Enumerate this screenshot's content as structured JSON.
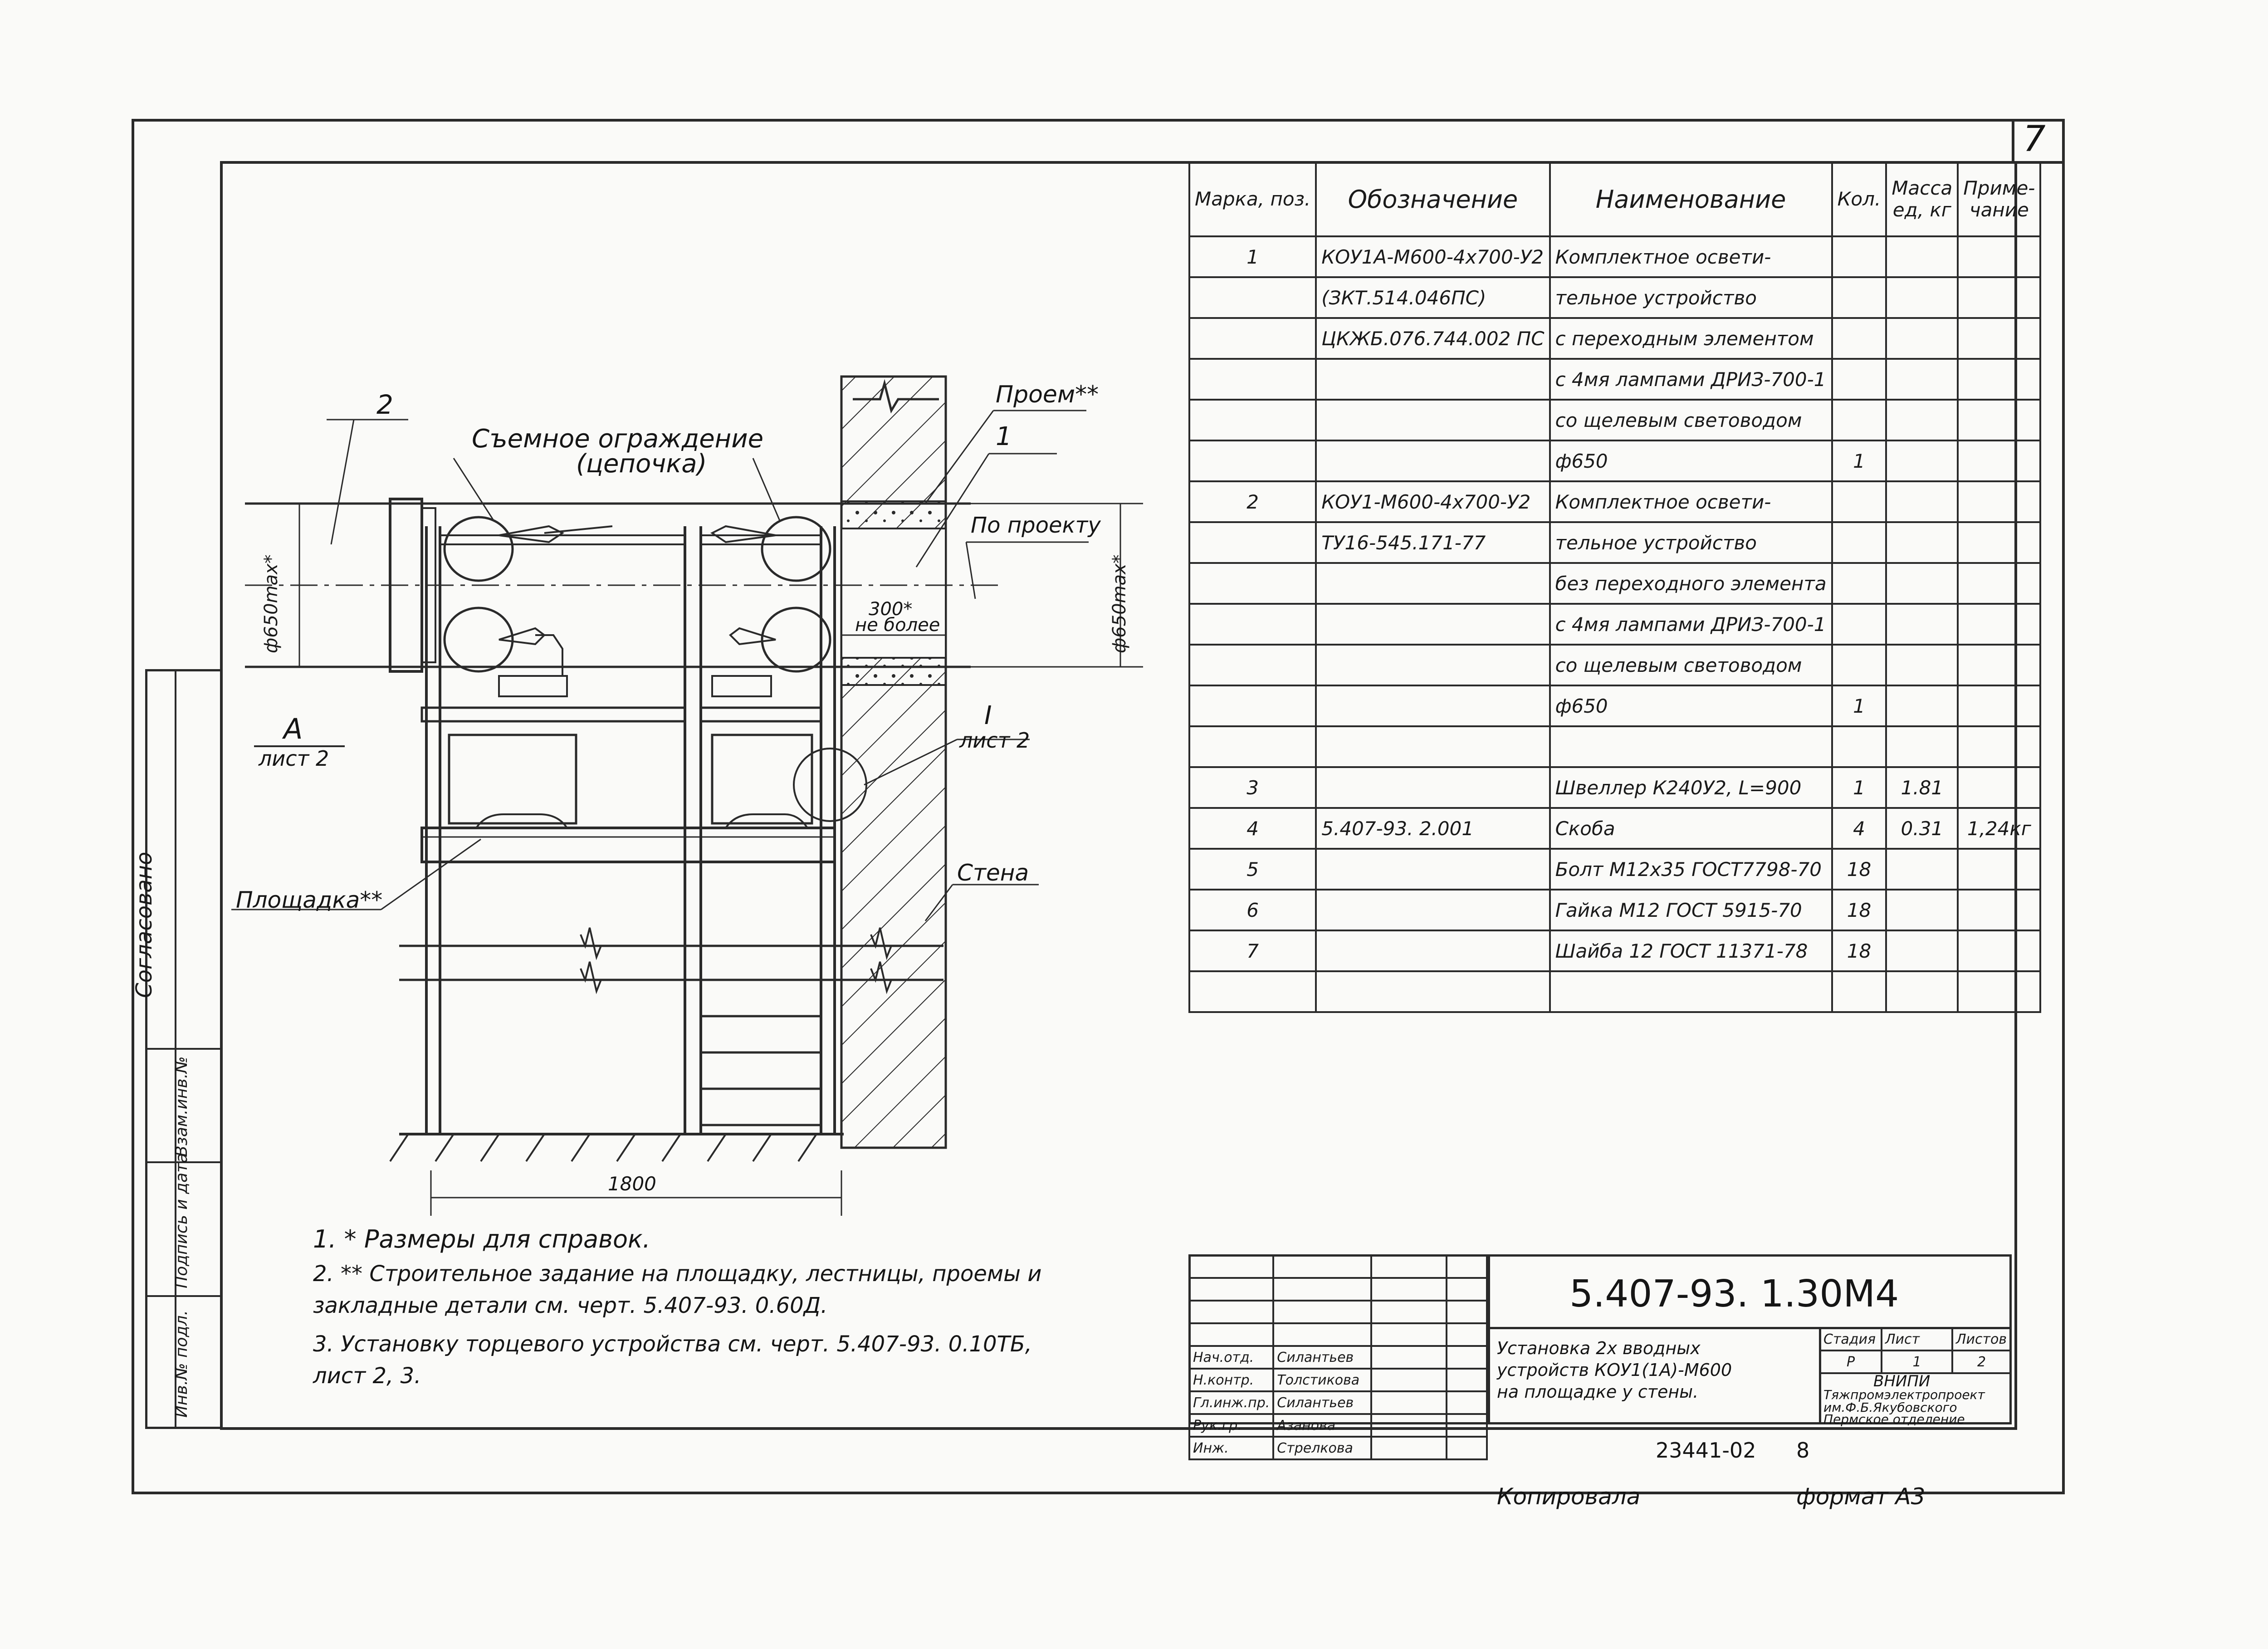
{
  "sheet": {
    "number": "7",
    "format": "формат А3",
    "copied_by": "Копировала",
    "archive": "23441-02",
    "archive_sheet": "8"
  },
  "drawing": {
    "labels": {
      "pos2": "2",
      "pos1": "1",
      "fence_line1": "Съемное ограждение",
      "fence_line2": "(цепочка)",
      "opening": "Проем**",
      "by_project": "По проекту",
      "diam_left": "ф650max*",
      "diam_right": "ф650max*",
      "dim_300_line1": "300*",
      "dim_300_line2": "не более",
      "view_a": "А",
      "view_a_sheet": "лист 2",
      "detail_1": "I",
      "detail_1_sheet": "лист 2",
      "platform": "Площадка**",
      "wall": "Стена",
      "dim_1800": "1800"
    }
  },
  "notes": [
    "1. * Размеры для справок.",
    "2. ** Строительное задание на площадку, лестницы, проемы и",
    "закладные детали см. черт. 5.407-93. 0.60Д.",
    "3. Установку торцевого устройства см. черт. 5.407-93. 0.10ТБ,",
    "лист 2, 3."
  ],
  "side_stamp": {
    "agreed": "Согласовано",
    "inv_dubl": "Взам.инв.№",
    "sign_date": "Подпись и дата",
    "inv_orig": "Инв.№ подл."
  },
  "spec": {
    "headers": [
      "Марка, поз.",
      "Обозначение",
      "Наименование",
      "Кол.",
      "Масса ед, кг",
      "Приме-чание"
    ],
    "rows": [
      [
        "1",
        "КОУ1А-М600-4х700-У2",
        "Комплектное освети-",
        "",
        "",
        ""
      ],
      [
        "",
        "(ЗКТ.514.046ПС)",
        "тельное устройство",
        "",
        "",
        ""
      ],
      [
        "",
        "ЦКЖБ.076.744.002 ПС",
        "с переходным элементом",
        "",
        "",
        ""
      ],
      [
        "",
        "",
        "с 4мя лампами ДРИЗ-700-1",
        "",
        "",
        ""
      ],
      [
        "",
        "",
        "со щелевым световодом",
        "",
        "",
        ""
      ],
      [
        "",
        "",
        "ф650",
        "1",
        "",
        ""
      ],
      [
        "2",
        "КОУ1-М600-4х700-У2",
        "Комплектное освети-",
        "",
        "",
        ""
      ],
      [
        "",
        "ТУ16-545.171-77",
        "тельное устройство",
        "",
        "",
        ""
      ],
      [
        "",
        "",
        "без переходного элемента",
        "",
        "",
        ""
      ],
      [
        "",
        "",
        "с 4мя лампами ДРИЗ-700-1",
        "",
        "",
        ""
      ],
      [
        "",
        "",
        "со щелевым световодом",
        "",
        "",
        ""
      ],
      [
        "",
        "",
        "ф650",
        "1",
        "",
        ""
      ],
      [
        "",
        "",
        "",
        "",
        "",
        ""
      ],
      [
        "3",
        "",
        "Швеллер К240У2, L=900",
        "1",
        "1.81",
        ""
      ],
      [
        "4",
        "5.407-93. 2.001",
        "Скоба",
        "4",
        "0.31",
        "1,24кг"
      ],
      [
        "5",
        "",
        "Болт М12х35 ГОСТ7798-70",
        "18",
        "",
        ""
      ],
      [
        "6",
        "",
        "Гайка М12 ГОСТ 5915-70",
        "18",
        "",
        ""
      ],
      [
        "7",
        "",
        "Шайба 12 ГОСТ 11371-78",
        "18",
        "",
        ""
      ],
      [
        "",
        "",
        "",
        "",
        "",
        ""
      ]
    ]
  },
  "title_block": {
    "code": "5.407-93. 1.30М4",
    "title_line1": "Установка 2х вводных",
    "title_line2": "устройств КОУ1(1А)-М600",
    "title_line3": "на площадке у стены.",
    "stage_label": "Стадия",
    "sheet_label": "Лист",
    "sheets_label": "Листов",
    "stage": "Р",
    "sheet": "1",
    "sheets": "2",
    "org_line1": "ВНИПИ",
    "org_line2": "Тяжпромэлектропроект",
    "org_line3": "им.Ф.Б.Якубовского",
    "org_line4": "Пермское отделение",
    "people": [
      {
        "role": "Нач.отд.",
        "name": "Силантьев"
      },
      {
        "role": "Н.контр.",
        "name": "Толстикова"
      },
      {
        "role": "Гл.инж.пр.",
        "name": "Силантьев"
      },
      {
        "role": "Рук.гр.",
        "name": "Азанова"
      },
      {
        "role": "Инж.",
        "name": "Стрелкова"
      }
    ]
  }
}
